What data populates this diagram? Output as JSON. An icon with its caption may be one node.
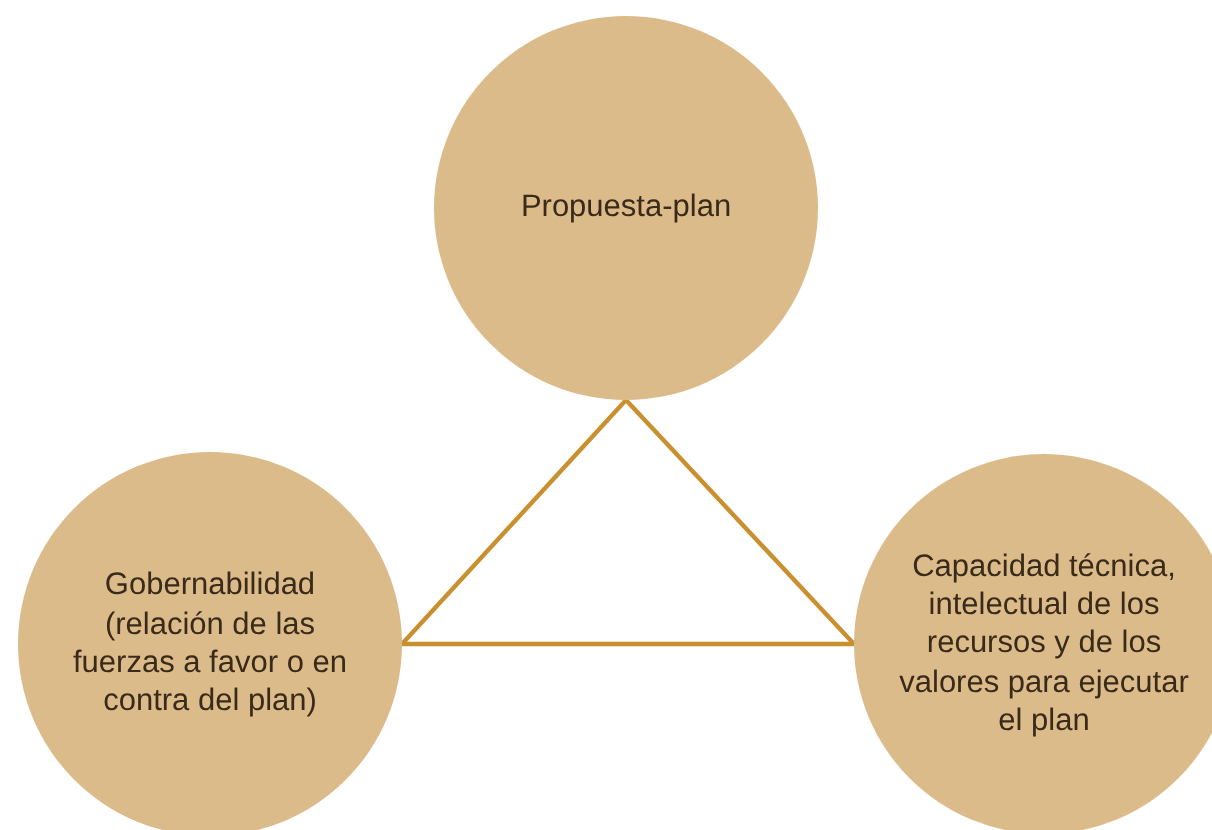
{
  "diagram": {
    "nodes": [
      {
        "text": [
          "Propuesta-plan"
        ]
      },
      {
        "text": [
          "Gobernabilidad (relación de las fuerzas a favor o en contra del plan)"
        ]
      },
      {
        "text": [
          "Capacidad técnica, intelectual de los recursos y de los valores para ejecutar el plan"
        ]
      }
    ],
    "edges": [
      {
        "from": 0,
        "to": 1,
        "arrow": "none"
      },
      {
        "from": 1,
        "to": 2,
        "arrow": "none"
      },
      {
        "from": 2,
        "to": 0,
        "arrow": "none"
      }
    ]
  }
}
